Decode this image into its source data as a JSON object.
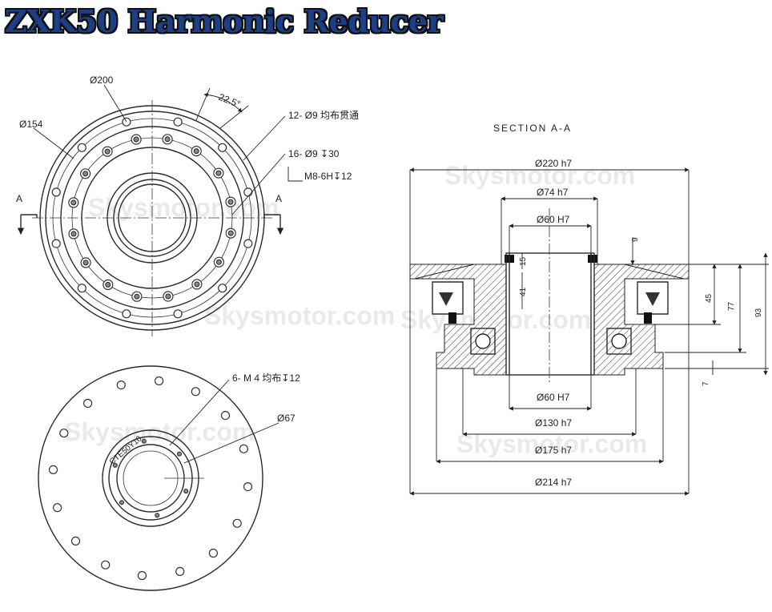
{
  "title": "ZXK50 Harmonic Reducer",
  "section_label": "SECTION  A-A",
  "section_marks": {
    "left": "A",
    "right": "A"
  },
  "front_view": {
    "d_outer": "Ø200",
    "d_pitch": "Ø154",
    "angle": "22.5°",
    "holes_through": "12- Ø9 均布贯通",
    "holes_counterbore": "16- Ø9 ↧30",
    "thread": "M8-6H↧12"
  },
  "rear_view": {
    "thread_holes": "6- M 4 均布↧12",
    "d_center": "Ø67",
    "marking": "CTE50Y10"
  },
  "section_dims": {
    "d220": "Ø220 h7",
    "d74": "Ø74 h7",
    "d60_top": "Ø60 H7",
    "d60_bottom": "Ø60 H7",
    "d130": "Ø130 h7",
    "d175": "Ø175 h7",
    "d214": "Ø214 h7",
    "h9": "9",
    "h15": "15",
    "h41": "41",
    "h45": "45",
    "h77": "77",
    "h93": "93",
    "h7": "7"
  },
  "watermark": "Skysmotor.com",
  "colors": {
    "title_fill": "#1c3f86",
    "title_outline": "#111111",
    "line": "#2a2a2a"
  }
}
